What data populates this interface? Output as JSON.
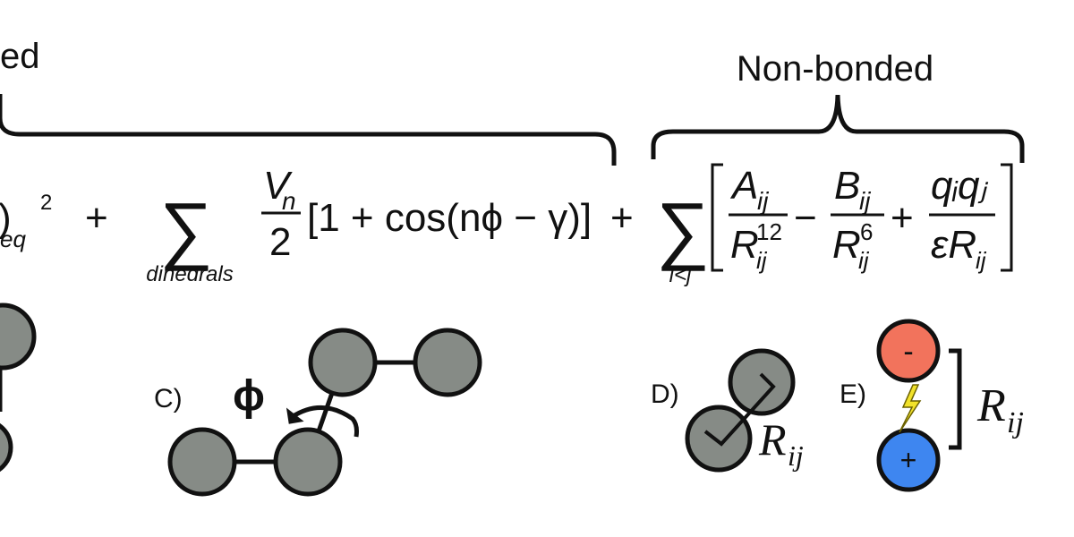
{
  "header": {
    "bonded_fragment": "ed",
    "nonbonded_label": "Non-bonded"
  },
  "equation": {
    "prev_term_tail": ")",
    "prev_term_sub": "eq",
    "prev_term_exp": "2",
    "plus_1": "+",
    "dihedral_sum_symbol": "∑",
    "dihedral_sum_sub": "dihedrals",
    "frac_vn_num": "V",
    "frac_vn_num_sub": "n",
    "frac_vn_den": "2",
    "dihedral_bracket_content": "[1 + cos(nϕ − γ)]",
    "plus_2": "+",
    "nonbonded_sum_symbol": "∑",
    "nonbonded_sum_sub": "i<j",
    "frac_a_num": "A",
    "frac_a_num_sub": "ij",
    "frac_a_den": "R",
    "frac_a_den_sup": "12",
    "frac_a_den_sub": "ij",
    "minus": "−",
    "frac_b_num": "B",
    "frac_b_num_sub": "ij",
    "frac_b_den": "R",
    "frac_b_den_sup": "6",
    "frac_b_den_sub": "ij",
    "plus_3": "+",
    "frac_q_num": "qᵢqⱼ",
    "frac_q_den": "εR",
    "frac_q_den_sub": "ij"
  },
  "panels": {
    "c_label": "C)",
    "phi_symbol": "ϕ",
    "d_label": "D)",
    "d_r": "R",
    "d_r_sub": "ij",
    "e_label": "E)",
    "e_minus": "-",
    "e_plus": "+",
    "e_r": "R",
    "e_r_sub": "ij"
  },
  "colors": {
    "atom_fill": "#868b86",
    "outline": "#111111",
    "negative_charge": "#f2735c",
    "positive_charge": "#3e86f0",
    "lightning": "#f2e22a"
  }
}
